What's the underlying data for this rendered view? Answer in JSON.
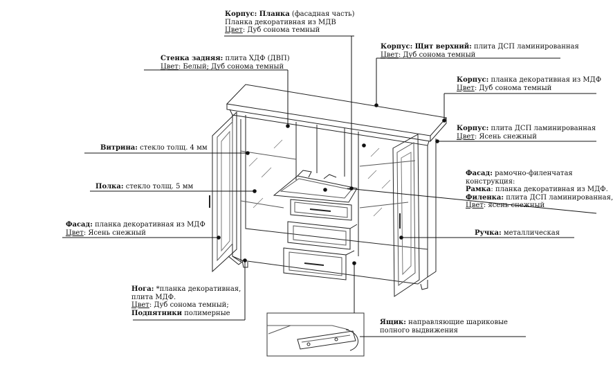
{
  "callouts": {
    "planka": {
      "title": "Корпус: Планка",
      "title_rest": " (фасадная часть)",
      "line2": "Планка декоративная из МДВ",
      "color_label": "Цвет",
      "color_value": ":  Дуб сонома темный"
    },
    "shchit": {
      "title": "Корпус: Щит верхний:",
      "title_rest": " плита ДСП ламинированная",
      "color_label": "Цвет",
      "color_value": ":  Дуб сонома темный"
    },
    "stenka": {
      "title": "Стенка задняя:",
      "title_rest": " плита ХДФ (ДВП)",
      "color_label": "Цвет",
      "color_value": ":   Белый; Дуб сонома темный"
    },
    "korpus_mdf": {
      "title": "Корпус:",
      "title_rest": " планка декоративная из МДФ",
      "color_label": "Цвет",
      "color_value": ": Дуб сонома темный"
    },
    "korpus_dsp": {
      "title": "Корпус:",
      "title_rest": " плита ДСП ламинированная",
      "color_label": "Цвет",
      "color_value": ":  Ясень снежный"
    },
    "vitrina": {
      "title": "Витрина:",
      "title_rest": " стекло толщ. 4 мм"
    },
    "polka": {
      "title": "Полка:",
      "title_rest": " стекло толщ. 5 мм"
    },
    "fasad_right": {
      "title": "Фасад:",
      "title_rest": " рамочно-филенчатая",
      "line2": "конструкция:",
      "line3_bold": "Рамка",
      "line3_rest": ": планка декоративная из МДФ.",
      "line4_bold": "Филенка:",
      "line4_rest": " плита ДСП ламинированная,",
      "color_label": "Цвет",
      "color_value": ": ясень снежный"
    },
    "ruchka": {
      "title": "Ручка:",
      "title_rest": " металлическая"
    },
    "fasad_left": {
      "title": "Фасад:",
      "title_rest": " планка декоративная из МДФ",
      "color_label": "Цвет",
      "color_value": ": Ясень снежный"
    },
    "noga": {
      "title": "Нога:",
      "title_rest": " *планка декоративная,",
      "line2": "плита МДФ.",
      "color_label": "Цвет",
      "color_value": ": Дуб сонома темный;",
      "line4_bold": "Подпятники",
      "line4_rest": " полимерные"
    },
    "yashchik": {
      "title": "Ящик:",
      "title_rest": " направляющие шариковые",
      "line2": "полного выдвижения"
    }
  },
  "colors": {
    "line": "#111111",
    "furniture_stroke": "#222222",
    "glass_stroke": "#555555"
  }
}
